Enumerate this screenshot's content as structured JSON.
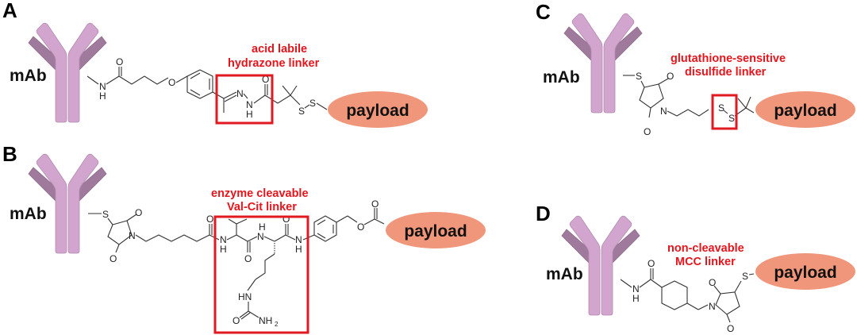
{
  "figure": {
    "panels": [
      {
        "id": "A",
        "letter": "A",
        "antibody_label": "mAb",
        "linker_label_line1": "acid labile",
        "linker_label_line2": "hydrazone linker",
        "payload_label": "payload",
        "atoms": {
          "o1": "O",
          "n1": "N",
          "h1": "H",
          "o2": "O",
          "n2": "N",
          "n3": "N",
          "h2": "H",
          "o3": "O",
          "s1": "S",
          "s2": "S"
        }
      },
      {
        "id": "B",
        "letter": "B",
        "antibody_label": "mAb",
        "linker_label_line1": "enzyme cleavable",
        "linker_label_line2": "Val-Cit linker",
        "payload_label": "payload",
        "atoms": {
          "s1": "S",
          "o1": "O",
          "o2": "O",
          "n1": "N",
          "o3": "O",
          "n2": "N",
          "h1": "H",
          "o4": "O",
          "n3": "N",
          "h2": "H",
          "o5": "O",
          "n4": "N",
          "h3": "H",
          "hn": "HN",
          "o6": "O",
          "nh2": "NH",
          "sub2": "2",
          "o7": "O",
          "o8": "O"
        }
      },
      {
        "id": "C",
        "letter": "C",
        "antibody_label": "mAb",
        "linker_label_line1": "glutathione-sensitive",
        "linker_label_line2": "disulfide linker",
        "payload_label": "payload",
        "atoms": {
          "s1": "S",
          "o1": "O",
          "o2": "O",
          "n1": "N",
          "s2": "S",
          "s3": "S"
        }
      },
      {
        "id": "D",
        "letter": "D",
        "antibody_label": "mAb",
        "linker_label_line1": "non-cleavable",
        "linker_label_line2": "MCC linker",
        "payload_label": "payload",
        "atoms": {
          "o1": "O",
          "n1": "N",
          "h1": "H",
          "o2": "O",
          "n2": "N",
          "o3": "O",
          "s1": "S"
        }
      }
    ],
    "colors": {
      "antibody_heavy_chain": "#d1a5cd",
      "antibody_light_chain": "#a07a9c",
      "linker_highlight": "#e11a22",
      "linker_label": "#e8141c",
      "payload_fill": "#f0967a"
    }
  }
}
